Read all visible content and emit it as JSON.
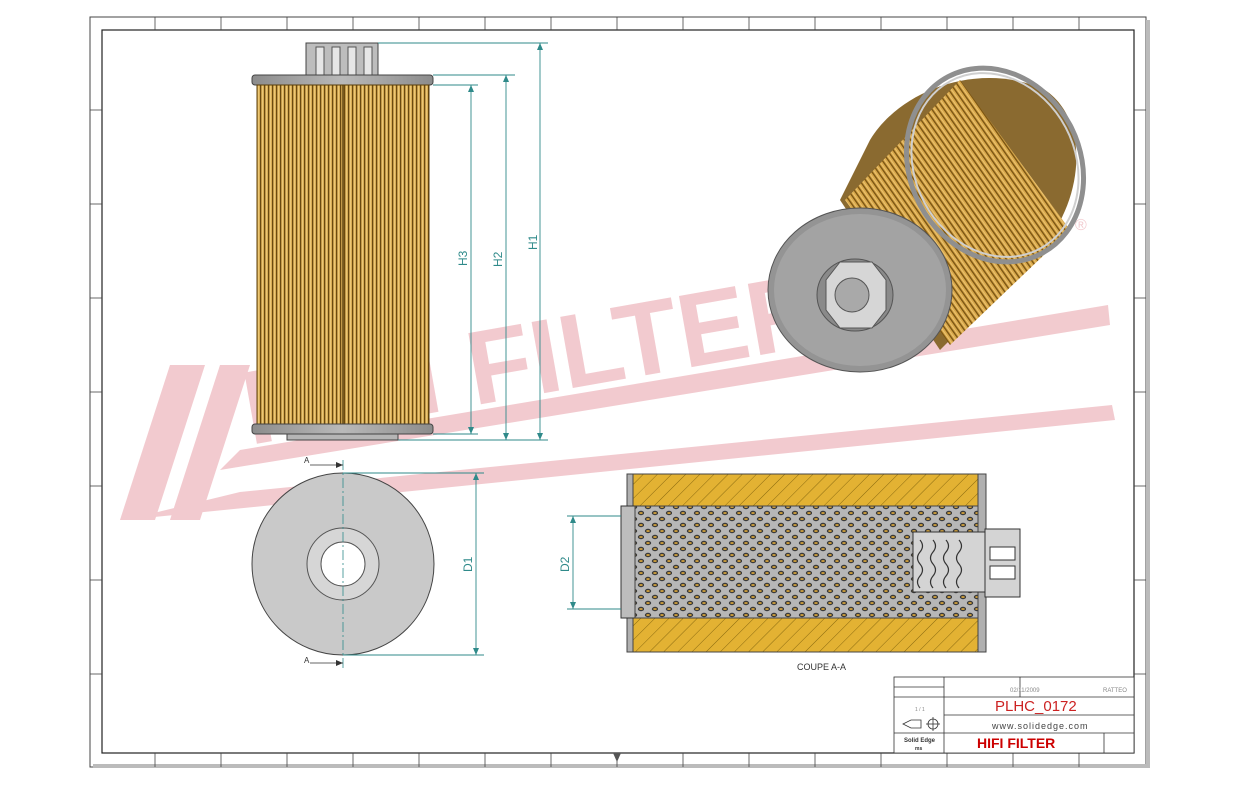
{
  "dimensions": {
    "h1": "H1",
    "h2": "H2",
    "h3": "H3",
    "d1": "D1",
    "d2": "D2"
  },
  "section": {
    "marker": "A",
    "caption": "COUPE A-A"
  },
  "watermark": {
    "text": "HIFI FILTER",
    "mark": "®",
    "color": "#e8a0a8"
  },
  "title_block": {
    "date": "02/11/2009",
    "author": "RATTEO",
    "scale": "1 / 1",
    "part_number": "PLHC_0172",
    "website": "www.solidedge.com",
    "software_line1": "Solid Edge",
    "software_line2": "ms",
    "company": "HIFI FILTER"
  },
  "colors": {
    "filter_media": "#d4a84a",
    "end_cap": "#9a9a9a",
    "dimension_lines": "#2f8a8a",
    "section_hatch": "#e0b030",
    "part_number": "#cc2222",
    "company": "#cc0000"
  }
}
